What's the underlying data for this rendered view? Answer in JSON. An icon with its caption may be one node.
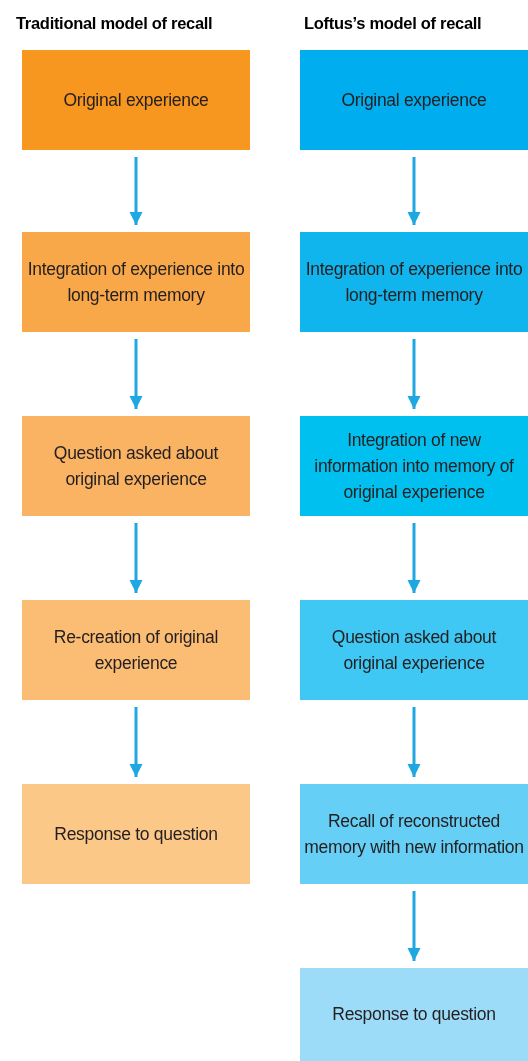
{
  "diagram": {
    "nodes": [
      {
        "text": [
          "Original experience"
        ]
      },
      {
        "text": [
          "Integration of experience into long-term memory"
        ]
      },
      {
        "text": [
          "Question asked about original experience"
        ]
      },
      {
        "text": [
          "Re-creation of original experience"
        ]
      },
      {
        "text": [
          "Response to question"
        ]
      },
      {
        "text": [
          "Original experience"
        ]
      },
      {
        "text": [
          "Integration of experience into long-term memory"
        ]
      },
      {
        "text": [
          "Integration of new information into memory of original experience"
        ]
      },
      {
        "text": [
          "Question asked about original experience"
        ]
      },
      {
        "text": [
          "Recall of reconstructed memory with new information"
        ]
      },
      {
        "text": [
          "Response to question"
        ]
      }
    ],
    "edges": [
      {
        "from": 0,
        "to": 1,
        "arrow": "to"
      },
      {
        "from": 1,
        "to": 2,
        "arrow": "to"
      },
      {
        "from": 2,
        "to": 3,
        "arrow": "to"
      },
      {
        "from": 3,
        "to": 4,
        "arrow": "to"
      },
      {
        "from": 5,
        "to": 6,
        "arrow": "to"
      },
      {
        "from": 6,
        "to": 7,
        "arrow": "to"
      },
      {
        "from": 7,
        "to": 8,
        "arrow": "to"
      },
      {
        "from": 8,
        "to": 9,
        "arrow": "to"
      },
      {
        "from": 9,
        "to": 10,
        "arrow": "to"
      }
    ],
    "labels": [
      "Traditional model of recall",
      "Loftus’s model of recall"
    ]
  }
}
